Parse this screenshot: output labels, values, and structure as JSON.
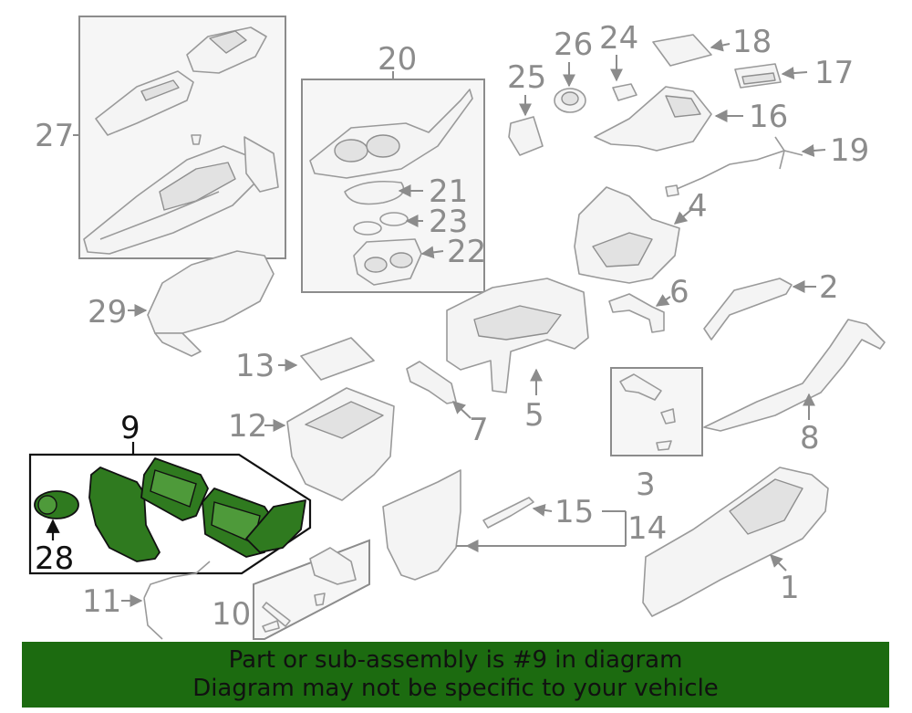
{
  "labels": {
    "p1": "1",
    "p2": "2",
    "p3": "3",
    "p4": "4",
    "p5": "5",
    "p6": "6",
    "p7": "7",
    "p8": "8",
    "p9": "9",
    "p10": "10",
    "p11": "11",
    "p12": "12",
    "p13": "13",
    "p14": "14",
    "p15": "15",
    "p16": "16",
    "p17": "17",
    "p18": "18",
    "p19": "19",
    "p20": "20",
    "p21": "21",
    "p22": "22",
    "p23": "23",
    "p24": "24",
    "p25": "25",
    "p26": "26",
    "p27": "27",
    "p28": "28",
    "p29": "29"
  },
  "highlighted_part": "9",
  "colors": {
    "highlight": "#2f7a1f",
    "banner": "#1c6b10",
    "label": "#8c8c8c"
  },
  "banner": {
    "line1": "Part or sub-assembly is #9 in diagram",
    "line2": "Diagram may not be specific to your vehicle"
  }
}
